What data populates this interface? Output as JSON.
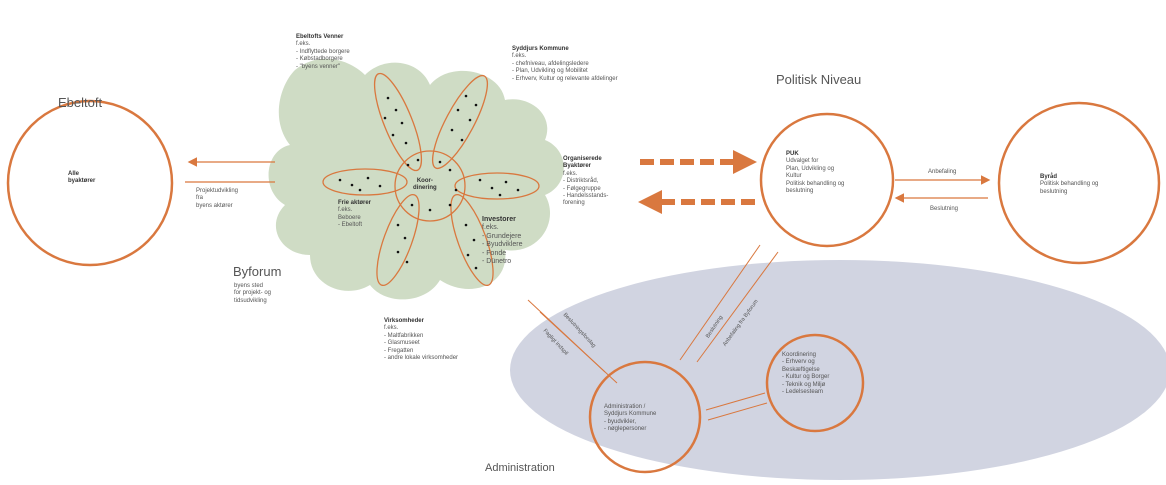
{
  "titles": {
    "ebeltoft": "Ebeltoft",
    "politisk_niveau": "Politisk Niveau",
    "byforum": "Byforum",
    "administration": "Administration"
  },
  "alle_byaktorer": {
    "line1": "Alle",
    "line2": "byaktører"
  },
  "projektudvikling": [
    "Projektudvikling",
    "fra",
    "byens aktører"
  ],
  "byforum_desc": [
    "byens sted",
    "for projekt- og",
    "tidsudvikling"
  ],
  "ebeltoft_venner": {
    "title": "Ebeltofts Venner",
    "lines": [
      "f.eks.",
      "- Indflyttede borgere",
      "- Købstadborgere",
      "- \"byens venner\""
    ]
  },
  "syddjurs_kommune": {
    "title": "Syddjurs Kommune",
    "lines": [
      "f.eks.",
      "- chefniveau, afdelingsledere",
      "- Plan, Udvikling og Mobilitet",
      "- Erhverv, Kultur og relevante afdelinger"
    ]
  },
  "koordinering": {
    "line1": "Koor-",
    "line2": "dinering"
  },
  "frie_aktorer": {
    "title": "Frie aktører",
    "lines": [
      "f.eks.",
      "Beboere",
      "- Ebeltoft"
    ]
  },
  "investorer": {
    "title": "Investorer",
    "lines": [
      "f.eks.",
      "- Grundejere",
      "- Byudviklere",
      "- Fonde",
      "- Dünetro"
    ]
  },
  "organiserede": {
    "title1": "Organiserede",
    "title2": "Byaktører",
    "lines": [
      "f.eks.",
      "- Distriktsråd,",
      "- Følgegruppe",
      "- Handelsstands-",
      "  forening"
    ]
  },
  "virksomheder": {
    "title": "Virksomheder",
    "lines": [
      "f.eks.",
      "- Maltfabrikken",
      "- Glasmuseet",
      "- Fregatten",
      "- andre lokale virksomheder"
    ]
  },
  "puk": {
    "title": "PUK",
    "lines": [
      "Udvalget for",
      "Plan, Udvikling og",
      "Kultur",
      "Politisk behandling og",
      "beslutning"
    ]
  },
  "byraad": {
    "title": "Byråd",
    "lines": [
      "Politisk behandling og",
      "beslutning"
    ]
  },
  "anbefaling": "Anbefaling",
  "beslutning": "Beslutning",
  "admin_syddjurs": [
    "Administration /",
    "Syddjurs Kommune",
    "- byudvikler,",
    "- nøglepersoner"
  ],
  "koordinering_box": {
    "title": "Koordinering",
    "lines": [
      "- Erhverv og",
      "  Beskæftigelse",
      "- Kultur og Borger",
      "- Teknik og Miljø",
      "    - Ledelsesteam"
    ]
  },
  "rotated": {
    "beslutning": "Beslutning",
    "anbefaling_byforum": "Anbefaling fra Byforum",
    "beslutningsforslag": "Beslutningsforslag",
    "faglig_indspil": "Fagligt indspil"
  },
  "colors": {
    "orange": "#d9783f",
    "green_blob": "#cfdcc5",
    "ellipse_grey": "#c9ccdc"
  }
}
